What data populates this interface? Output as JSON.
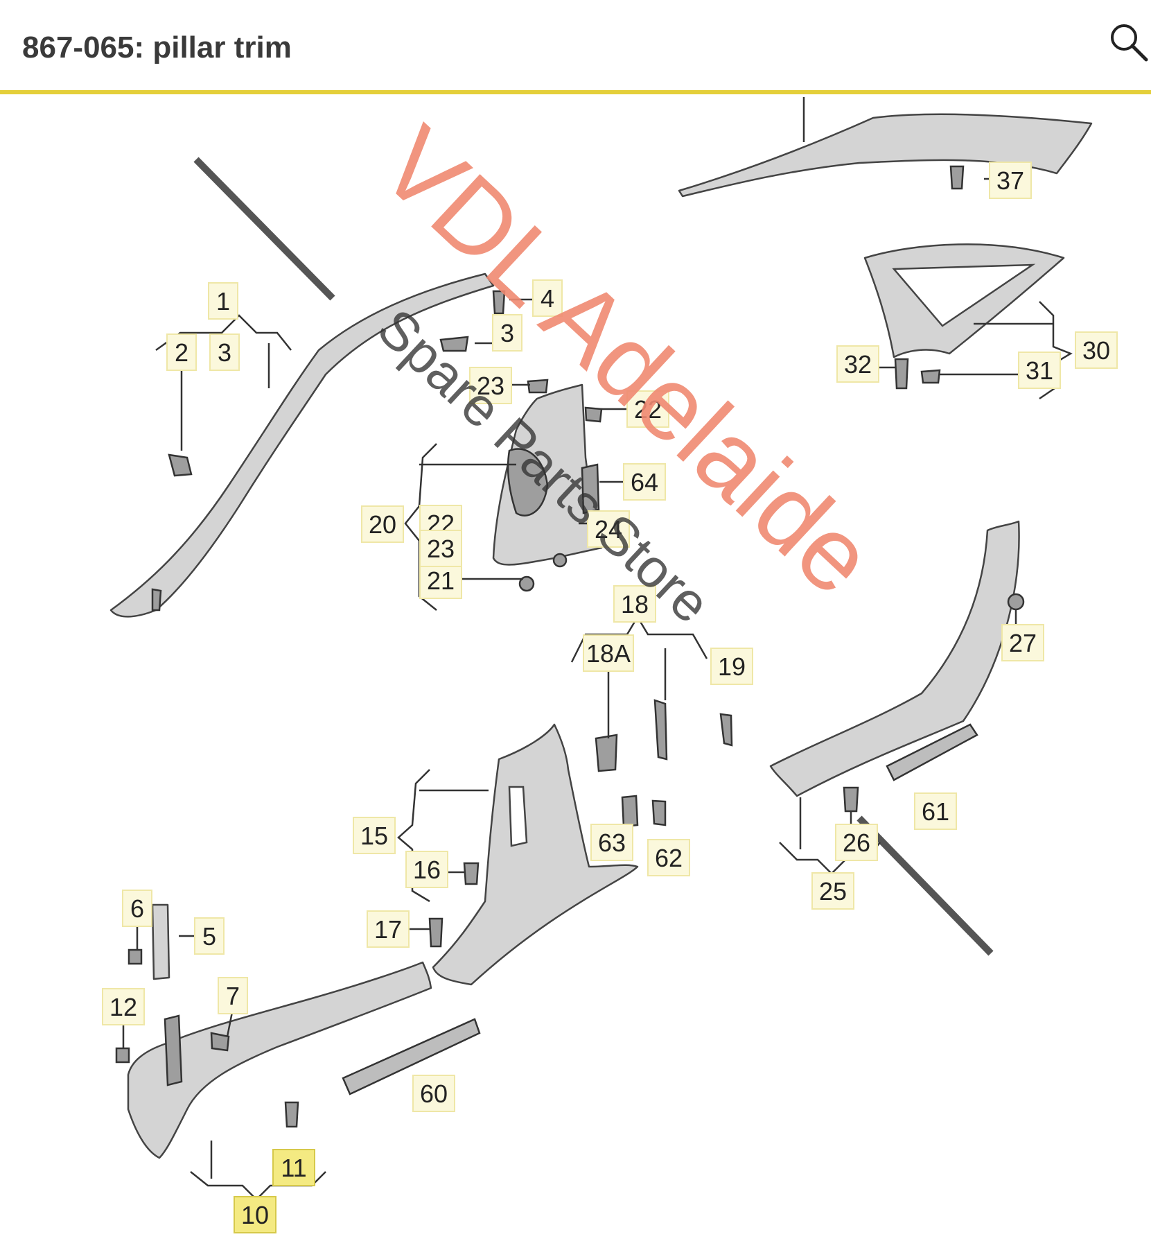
{
  "header": {
    "title": "867-065: pillar trim",
    "rule_color": "#e4cf3a"
  },
  "icons": {
    "search": "search-icon"
  },
  "watermark": {
    "line1": "VDL Adelaide",
    "line2": "Spare Parts Store",
    "color": "#f08a72"
  },
  "callouts": [
    {
      "id": "1",
      "label": "1",
      "highlighted": false
    },
    {
      "id": "2",
      "label": "2",
      "highlighted": false
    },
    {
      "id": "3a",
      "label": "3",
      "highlighted": false
    },
    {
      "id": "3b",
      "label": "3",
      "highlighted": false
    },
    {
      "id": "4",
      "label": "4",
      "highlighted": false
    },
    {
      "id": "5",
      "label": "5",
      "highlighted": false
    },
    {
      "id": "6",
      "label": "6",
      "highlighted": false
    },
    {
      "id": "7",
      "label": "7",
      "highlighted": false
    },
    {
      "id": "10",
      "label": "10",
      "highlighted": true
    },
    {
      "id": "11",
      "label": "11",
      "highlighted": true
    },
    {
      "id": "12",
      "label": "12",
      "highlighted": false
    },
    {
      "id": "15",
      "label": "15",
      "highlighted": false
    },
    {
      "id": "16",
      "label": "16",
      "highlighted": false
    },
    {
      "id": "17",
      "label": "17",
      "highlighted": false
    },
    {
      "id": "18",
      "label": "18",
      "highlighted": false
    },
    {
      "id": "18A",
      "label": "18A",
      "highlighted": false
    },
    {
      "id": "19",
      "label": "19",
      "highlighted": false
    },
    {
      "id": "20",
      "label": "20",
      "highlighted": false
    },
    {
      "id": "21",
      "label": "21",
      "highlighted": false
    },
    {
      "id": "22a",
      "label": "22",
      "highlighted": false
    },
    {
      "id": "22b",
      "label": "22",
      "highlighted": false
    },
    {
      "id": "23a",
      "label": "23",
      "highlighted": false
    },
    {
      "id": "23b",
      "label": "23",
      "highlighted": false
    },
    {
      "id": "24",
      "label": "24",
      "highlighted": false
    },
    {
      "id": "25",
      "label": "25",
      "highlighted": false
    },
    {
      "id": "26",
      "label": "26",
      "highlighted": false
    },
    {
      "id": "27",
      "label": "27",
      "highlighted": false
    },
    {
      "id": "30",
      "label": "30",
      "highlighted": false
    },
    {
      "id": "31",
      "label": "31",
      "highlighted": false
    },
    {
      "id": "32",
      "label": "32",
      "highlighted": false
    },
    {
      "id": "37",
      "label": "37",
      "highlighted": false
    },
    {
      "id": "60",
      "label": "60",
      "highlighted": false
    },
    {
      "id": "61",
      "label": "61",
      "highlighted": false
    },
    {
      "id": "62",
      "label": "62",
      "highlighted": false
    },
    {
      "id": "63",
      "label": "63",
      "highlighted": false
    },
    {
      "id": "64",
      "label": "64",
      "highlighted": false
    }
  ]
}
